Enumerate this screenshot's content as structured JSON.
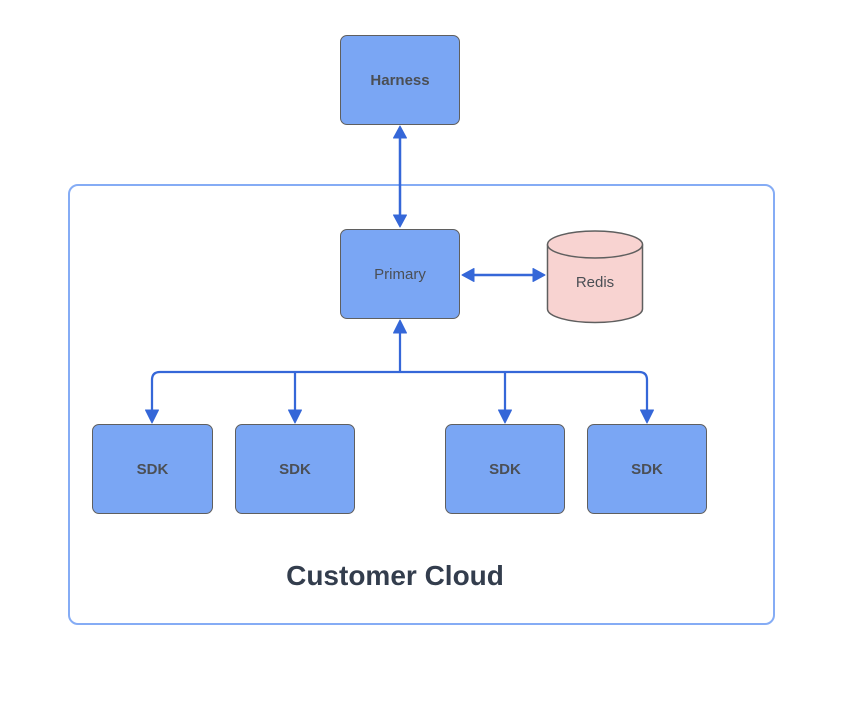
{
  "diagram": {
    "container": {
      "label": "Customer Cloud"
    },
    "nodes": {
      "harness": {
        "label": "Harness",
        "shape": "rounded-rect"
      },
      "primary": {
        "label": "Primary",
        "shape": "rounded-rect"
      },
      "redis": {
        "label": "Redis",
        "shape": "cylinder"
      },
      "sdks": [
        {
          "label": "SDK"
        },
        {
          "label": "SDK"
        },
        {
          "label": "SDK"
        },
        {
          "label": "SDK"
        }
      ]
    },
    "edges": [
      {
        "from": "Harness",
        "to": "Primary",
        "direction": "bidirectional"
      },
      {
        "from": "Primary",
        "to": "Redis",
        "direction": "bidirectional"
      },
      {
        "from": "Primary",
        "to": "SDK",
        "direction": "fan-out",
        "arrow_up_into": "Primary",
        "arrows_down_into": "each SDK"
      }
    ],
    "colors": {
      "node_fill": "#7aa6f4",
      "node_border": "#5f5f5f",
      "redis_fill": "#f8d3d1",
      "arrow": "#3567d8",
      "container_border": "#85acf5",
      "node_label_text": "#4b4f55",
      "title_text": "#333d4d",
      "background": "#ffffff"
    }
  }
}
